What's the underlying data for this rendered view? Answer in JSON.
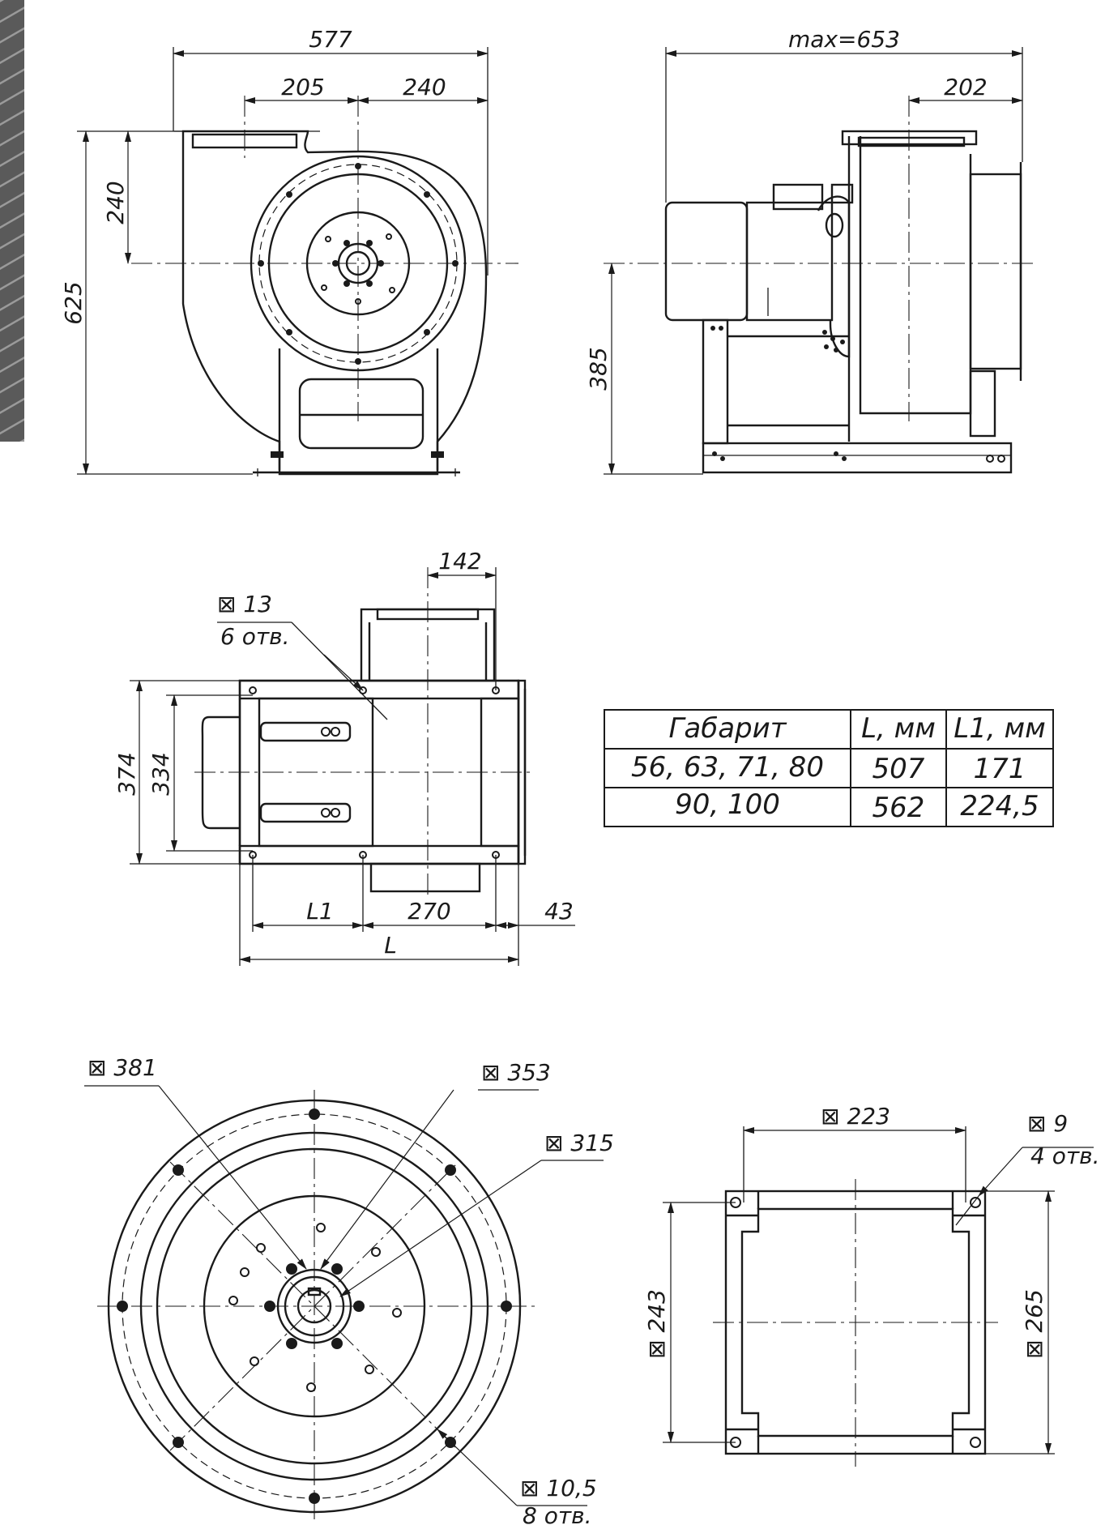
{
  "colors": {
    "line": "#1a1a1a",
    "background": "#ffffff",
    "hatch_bar": "#5a5a5a"
  },
  "front_view": {
    "dims": {
      "width_total": "577",
      "inlet_offset": "205",
      "to_shaft": "240",
      "inlet_height": "240",
      "height_total": "625"
    }
  },
  "side_view": {
    "dims": {
      "length_max": "max=653",
      "outlet_offset": "202",
      "shaft_height": "385"
    }
  },
  "top_view": {
    "dims": {
      "outlet_width": "142",
      "frame_outer": "374",
      "frame_inner": "334",
      "l1": "L1",
      "center_span": "270",
      "overhang": "43",
      "length": "L"
    },
    "holes_note": {
      "diameter": "⊠ 13",
      "count": "6 отв."
    }
  },
  "table": {
    "headers": [
      "Габарит",
      "L, мм",
      "L1, мм"
    ],
    "rows": [
      [
        "56, 63, 71, 80",
        "507",
        "171"
      ],
      [
        "90, 100",
        "562",
        "224,5"
      ]
    ]
  },
  "inlet_flange_view": {
    "dims": {
      "d1": "⊠ 381",
      "d2": "⊠ 353",
      "d3": "⊠ 315"
    },
    "holes_note": {
      "diameter": "⊠ 10,5",
      "count": "8 отв."
    }
  },
  "outlet_flange_view": {
    "dims": {
      "width": "⊠ 223",
      "height_inner": "⊠ 243",
      "height_outer": "⊠ 265"
    },
    "holes_note": {
      "diameter": "⊠ 9",
      "count": "4 отв."
    }
  }
}
